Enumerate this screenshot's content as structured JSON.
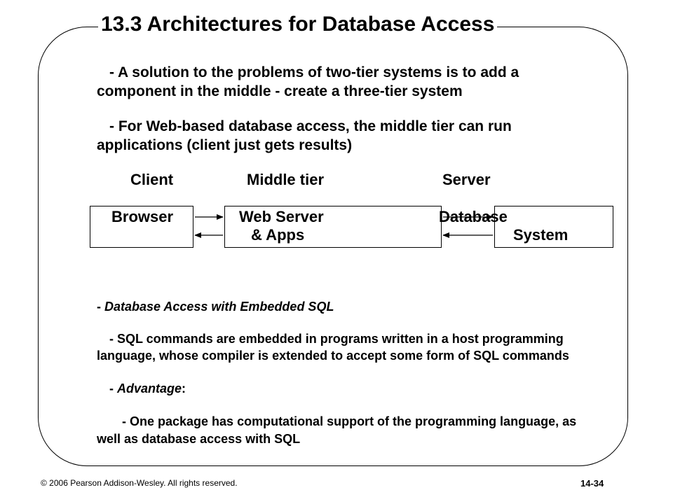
{
  "title": "13.3 Architectures for Database Access",
  "bullets": {
    "b1_line1": "- A solution to the problems of two-tier systems is to add a",
    "b1_line2": "component in the middle - create a three-tier system",
    "b2_line1": "- For Web-based database access, the middle tier can run",
    "b2_line2": "applications (client just gets results)"
  },
  "tiers": {
    "client": "Client",
    "middle": "Middle tier",
    "server": "Server"
  },
  "boxes": {
    "browser": "Browser",
    "web_line1": "Web Server",
    "web_line2": "& Apps",
    "db_line1": "Database",
    "db_line2": "System"
  },
  "embedded": {
    "heading_prefix": "- ",
    "heading_italic": "Database Access with Embedded SQL",
    "sql_line1": "- SQL commands are embedded in programs written in a host programming",
    "sql_line2": "language, whose  compiler is extended to accept some form of SQL commands",
    "adv_prefix": "- ",
    "adv_italic": "Advantage",
    "adv_suffix": ":",
    "pkg_line1": "- One package has computational support of the programming language, as",
    "pkg_line2": "well as database access with SQL"
  },
  "footer": {
    "copyright": "© 2006 Pearson Addison-Wesley. All rights reserved.",
    "page": "14-34"
  }
}
